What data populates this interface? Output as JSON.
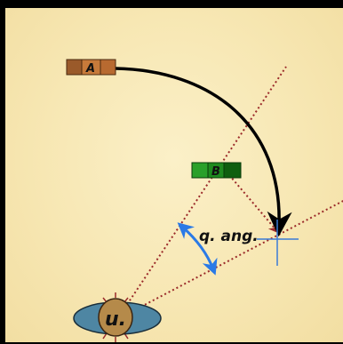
{
  "labels": {
    "block_a": "A",
    "block_b": "B",
    "angle": "q. ang.",
    "user": "u."
  },
  "colors": {
    "background": "#f7e7b3",
    "frame": "#000000",
    "block_a_fill": "#c77a3a",
    "block_a_dark": "#9a5a2a",
    "block_b_fill": "#1f8a1f",
    "block_b_dark": "#0f5f0f",
    "dotted_line": "#9b2a2a",
    "arc_arrow": "#000000",
    "angle_arrow": "#2a7ae6",
    "crosshair": "#3a7ad6",
    "head": "#4e86a3",
    "head_center": "#b58a4a"
  }
}
